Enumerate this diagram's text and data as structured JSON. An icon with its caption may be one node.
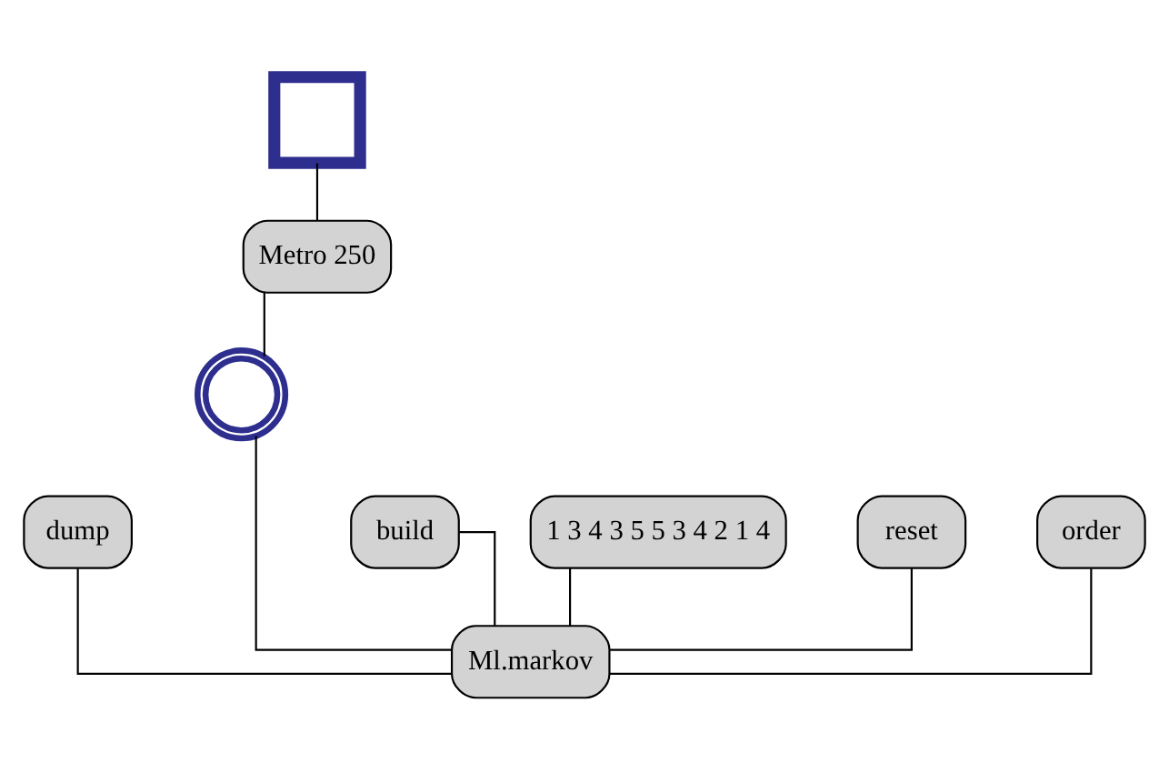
{
  "diagram": {
    "nodes": [
      {
        "text": [],
        "shape": "box"
      },
      {
        "text": [
          "Metro 250"
        ]
      },
      {
        "text": [],
        "shape": "circle"
      },
      {
        "text": [
          "build"
        ]
      },
      {
        "text": [
          "1 3 4 3 5 5 3 4 2 1 4"
        ]
      },
      {
        "text": [
          "dump"
        ]
      },
      {
        "text": [
          "reset"
        ]
      },
      {
        "text": [
          "order"
        ]
      },
      {
        "text": [
          "Ml.markov"
        ]
      }
    ],
    "edges": [
      {
        "from": 0,
        "to": 1,
        "arrow": "none"
      },
      {
        "from": 1,
        "to": 2,
        "arrow": "none"
      },
      {
        "from": 2,
        "to": 8,
        "arrow": "none"
      },
      {
        "from": 3,
        "to": 8,
        "arrow": "none"
      },
      {
        "from": 4,
        "to": 8,
        "arrow": "none"
      },
      {
        "from": 5,
        "to": 8,
        "arrow": "none"
      },
      {
        "from": 6,
        "to": 8,
        "arrow": "none"
      },
      {
        "from": 7,
        "to": 8,
        "arrow": "none"
      }
    ]
  }
}
